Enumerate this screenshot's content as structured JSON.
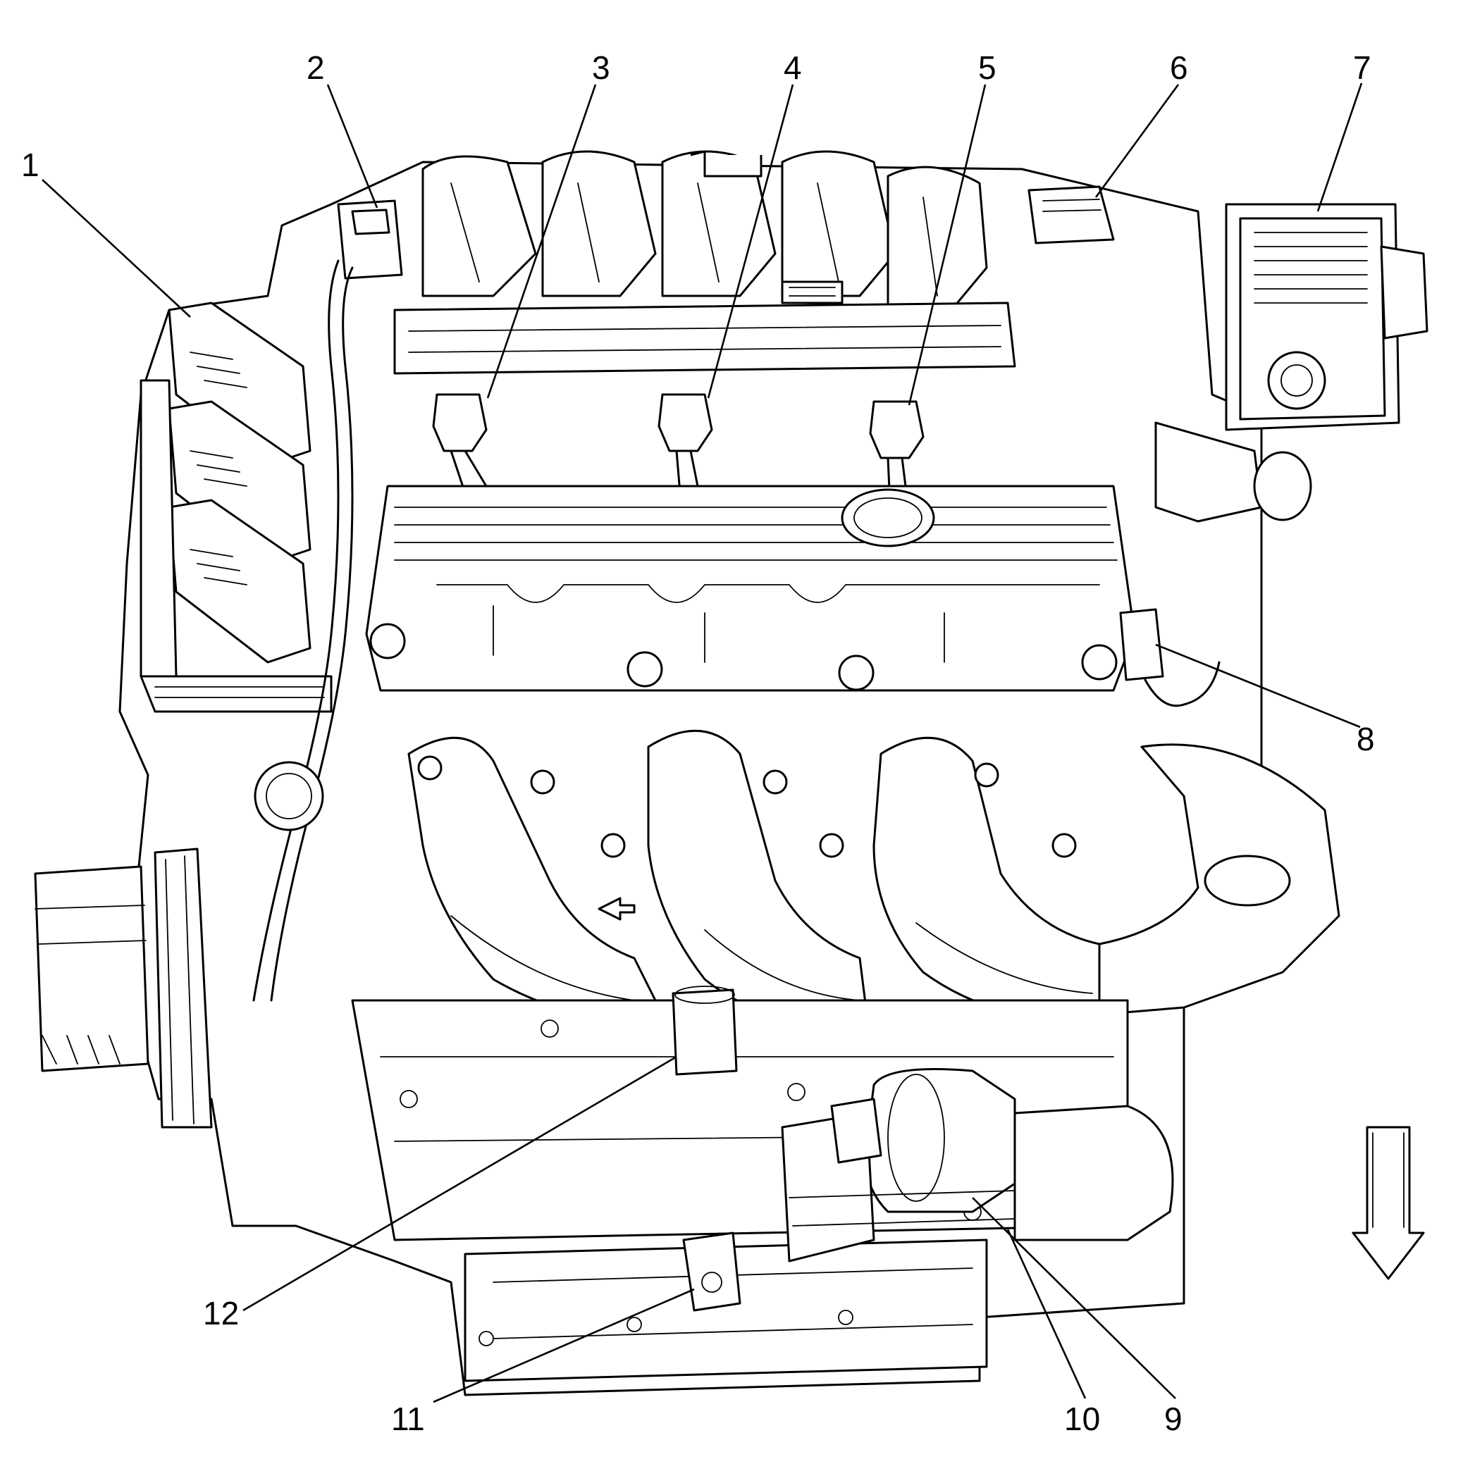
{
  "callouts": [
    {
      "id": "1",
      "text": "1"
    },
    {
      "id": "2",
      "text": "2"
    },
    {
      "id": "3",
      "text": "3"
    },
    {
      "id": "4",
      "text": "4"
    },
    {
      "id": "5",
      "text": "5"
    },
    {
      "id": "6",
      "text": "6"
    },
    {
      "id": "7",
      "text": "7"
    },
    {
      "id": "8",
      "text": "8"
    },
    {
      "id": "9",
      "text": "9"
    },
    {
      "id": "10",
      "text": "10"
    },
    {
      "id": "11",
      "text": "11"
    },
    {
      "id": "12",
      "text": "12"
    }
  ],
  "direction_arrow": {
    "icon": "down-arrow-icon",
    "direction": "down"
  },
  "line_color": "#000000",
  "background_color": "#ffffff"
}
